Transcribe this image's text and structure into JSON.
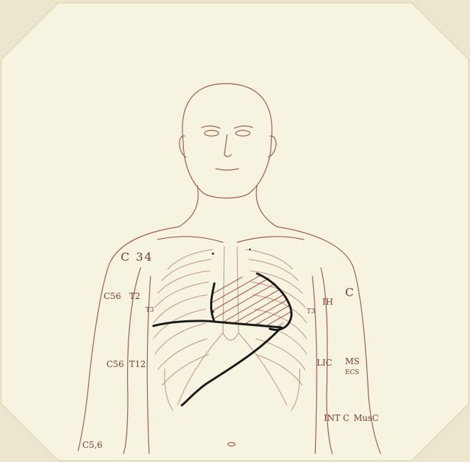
{
  "colors": {
    "background": "#ece6cf",
    "paper": "#f7f3e1",
    "outline": "#a05a48",
    "hatch": "#b04a3c",
    "marker": "#1a1a1a"
  },
  "labels": {
    "c34": "C 34",
    "c56_upper": "C56",
    "t2_left": "T2",
    "t3_left": "T3",
    "c56_mid": "C56",
    "t12": "T12",
    "c56_lower": "C5,6",
    "c_right": "C",
    "ih": "IH",
    "t3_right": "T3",
    "lic": "LIC",
    "ms": "MS",
    "ecs": "ECS",
    "intc": "INT C",
    "musc": "MusC"
  }
}
